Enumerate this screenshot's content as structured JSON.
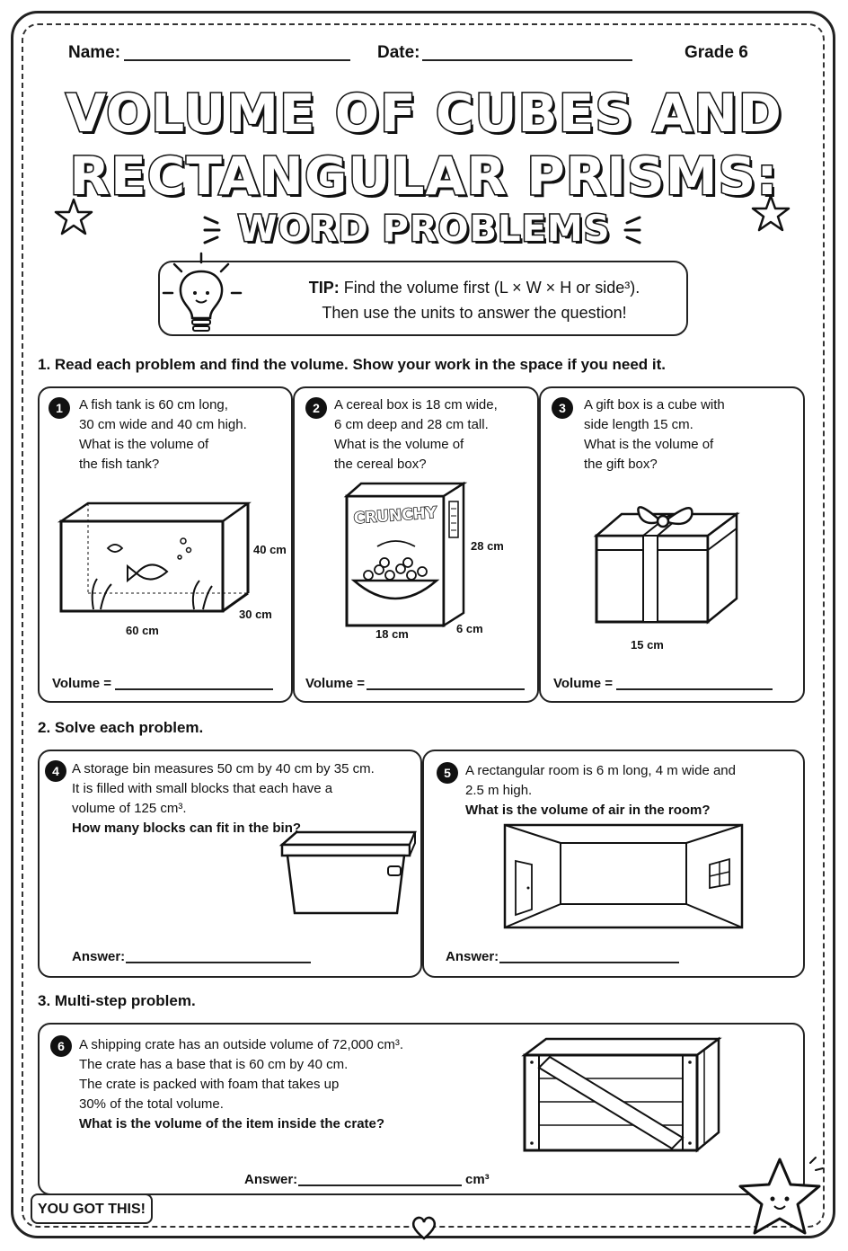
{
  "header": {
    "name_label": "Name:",
    "date_label": "Date:",
    "grade": "Grade 6"
  },
  "title": {
    "line1": "VOLUME OF CUBES AND",
    "line2": "RECTANGULAR PRISMS:",
    "subtitle": "WORD PROBLEMS"
  },
  "tip": {
    "label": "TIP:",
    "line1_rest": " Find the volume first (L × W × H or side³).",
    "line2": "Then use the units to answer the question!"
  },
  "section1": {
    "heading": "1. Read each problem and find the volume. Show your work in the space if you need it.",
    "problems": [
      {
        "number": "1",
        "lines": [
          "A fish tank is 60 cm long,",
          "30 cm wide and 40 cm high.",
          "What is the volume of",
          "the fish tank?"
        ],
        "labels": {
          "length": "60 cm",
          "height": "40 cm",
          "width": "30 cm"
        },
        "answer_label": "Volume ="
      },
      {
        "number": "2",
        "lines": [
          "A cereal box is 18 cm wide,",
          "6 cm deep and 28 cm tall.",
          "What is the volume of",
          "the cereal box?"
        ],
        "brand": "CRUNCHY",
        "labels": {
          "height": "28 cm",
          "width": "18 cm",
          "depth": "6 cm"
        },
        "answer_label": "Volume ="
      },
      {
        "number": "3",
        "lines": [
          "A gift box is a cube with",
          "side length 15 cm.",
          "What is the volume of",
          "the gift box?"
        ],
        "labels": {
          "side": "15 cm"
        },
        "answer_label": "Volume ="
      }
    ]
  },
  "section2": {
    "heading": "2. Solve each problem.",
    "problems": [
      {
        "number": "4",
        "lines": [
          "A storage bin measures 50 cm by 40 cm by 35 cm.",
          "It is filled with small blocks that each have a",
          "volume of 125 cm³."
        ],
        "question": "How many blocks can fit in the bin?",
        "answer_label": "Answer:"
      },
      {
        "number": "5",
        "lines": [
          "A rectangular room is 6 m long, 4 m wide and",
          "2.5 m high."
        ],
        "question": "What is the volume of air in the room?",
        "answer_label": "Answer:"
      }
    ]
  },
  "section3": {
    "heading": "3. Multi-step problem.",
    "problem": {
      "number": "6",
      "lines": [
        "A shipping crate has an outside volume of 72,000 cm³.",
        "The crate has a base that is 60 cm by 40 cm.",
        "The crate is packed with foam that takes up",
        "30% of the total volume."
      ],
      "question": "What is the volume of the item inside the crate?",
      "answer_label": "Answer:",
      "answer_unit": "cm³"
    }
  },
  "footer": {
    "badge": "YOU GOT THIS!"
  }
}
